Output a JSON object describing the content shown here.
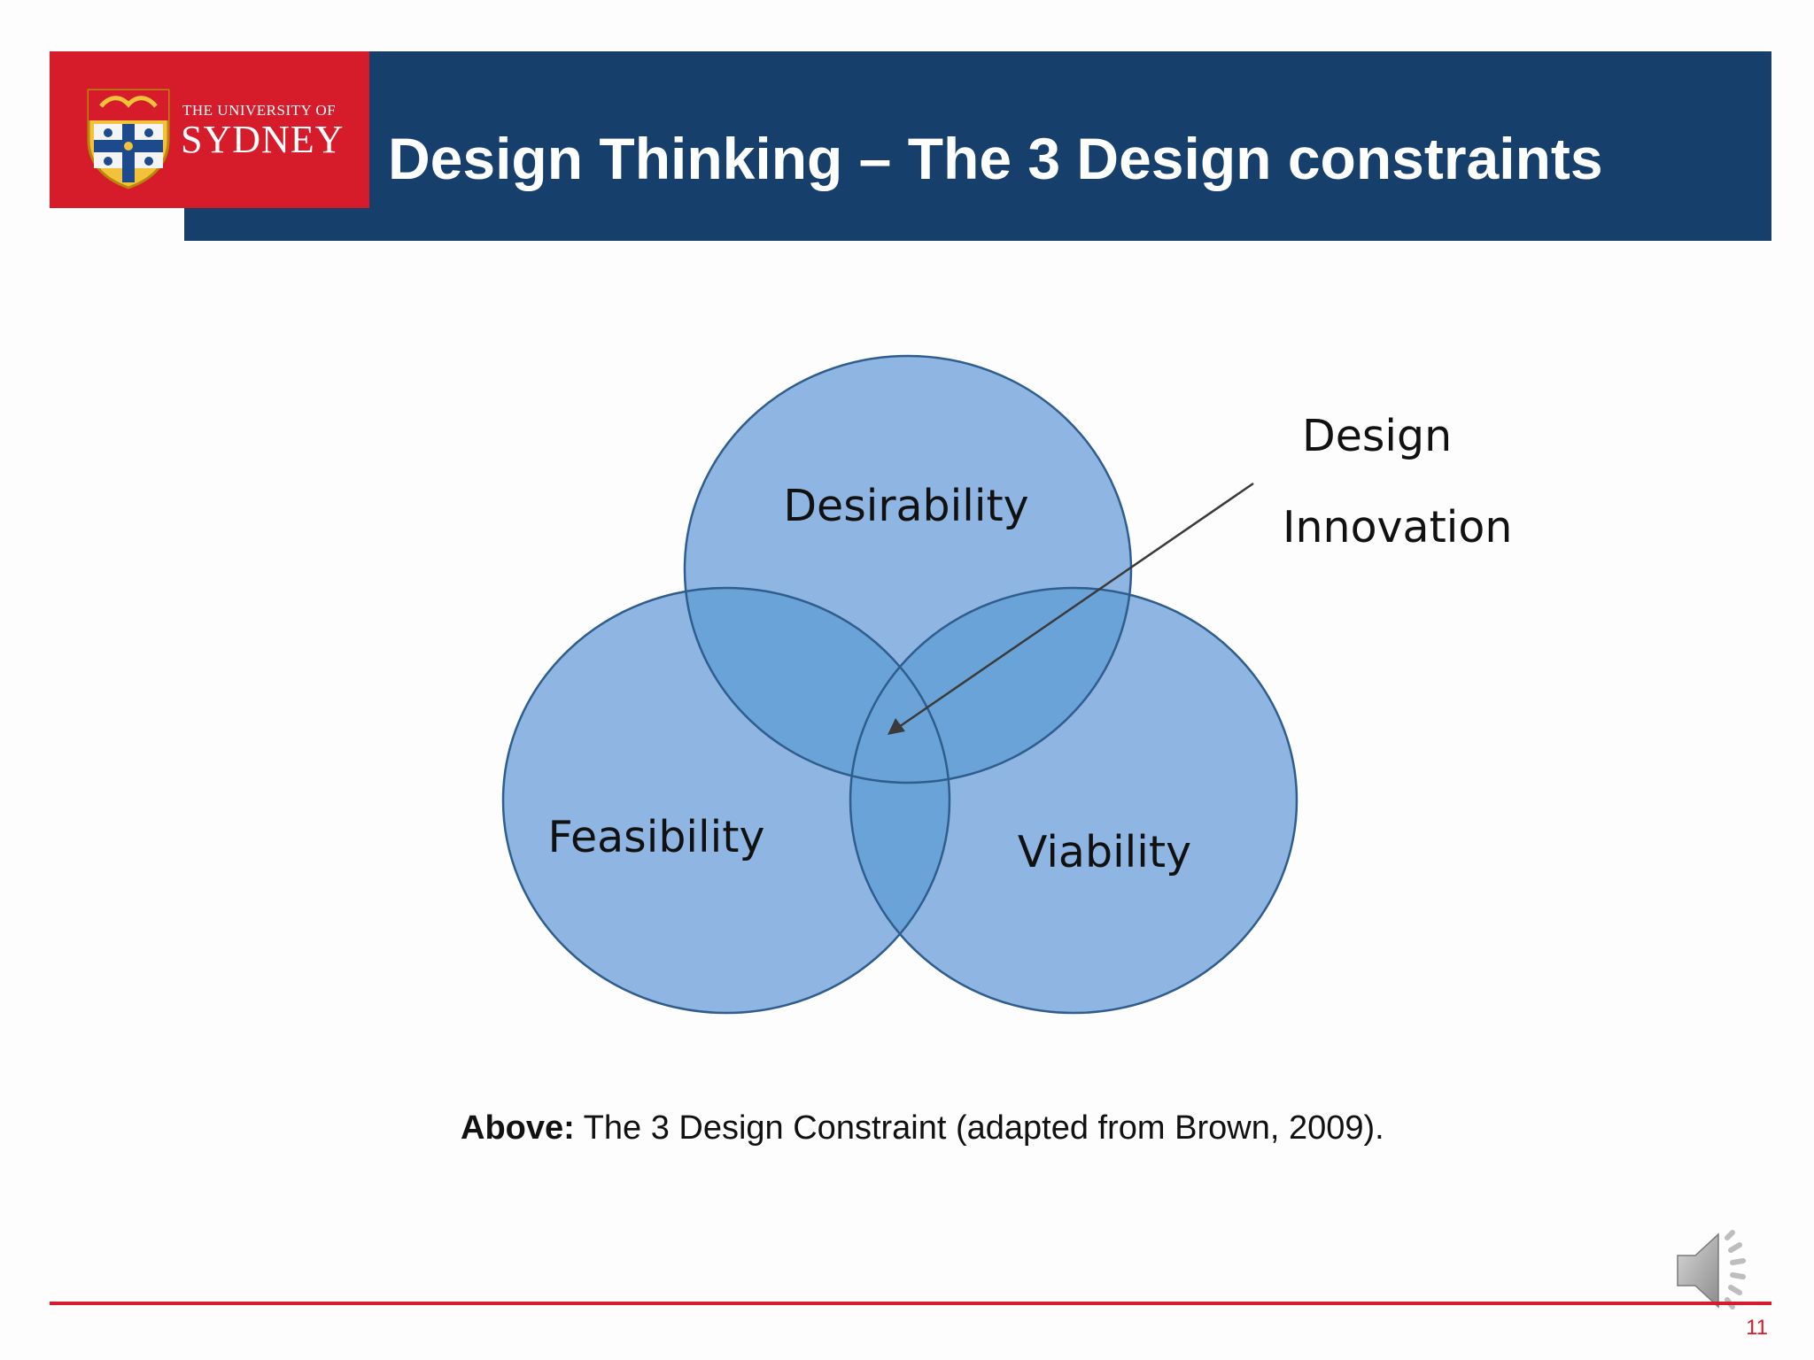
{
  "header": {
    "title": "Design Thinking – The 3 Design constraints",
    "logo": {
      "line1": "THE UNIVERSITY OF",
      "line2": "SYDNEY"
    }
  },
  "diagram": {
    "circles": [
      {
        "label": "Desirability"
      },
      {
        "label": "Feasibility"
      },
      {
        "label": "Viability"
      }
    ],
    "annotation": {
      "line1": "Design",
      "line2": "Innovation"
    }
  },
  "caption": {
    "bold": "Above:",
    "text": " The 3 Design Constraint (adapted from Brown, 2009)."
  },
  "footer": {
    "page_number": "11"
  },
  "colors": {
    "brand_red": "#d61c2b",
    "brand_navy": "#16406b",
    "circle_fill": "#8fb6e2",
    "circle_stroke": "#2f5e8e",
    "overlap_fill": "#6aa3d8"
  },
  "icons": {
    "speaker": "speaker-audio-icon"
  }
}
